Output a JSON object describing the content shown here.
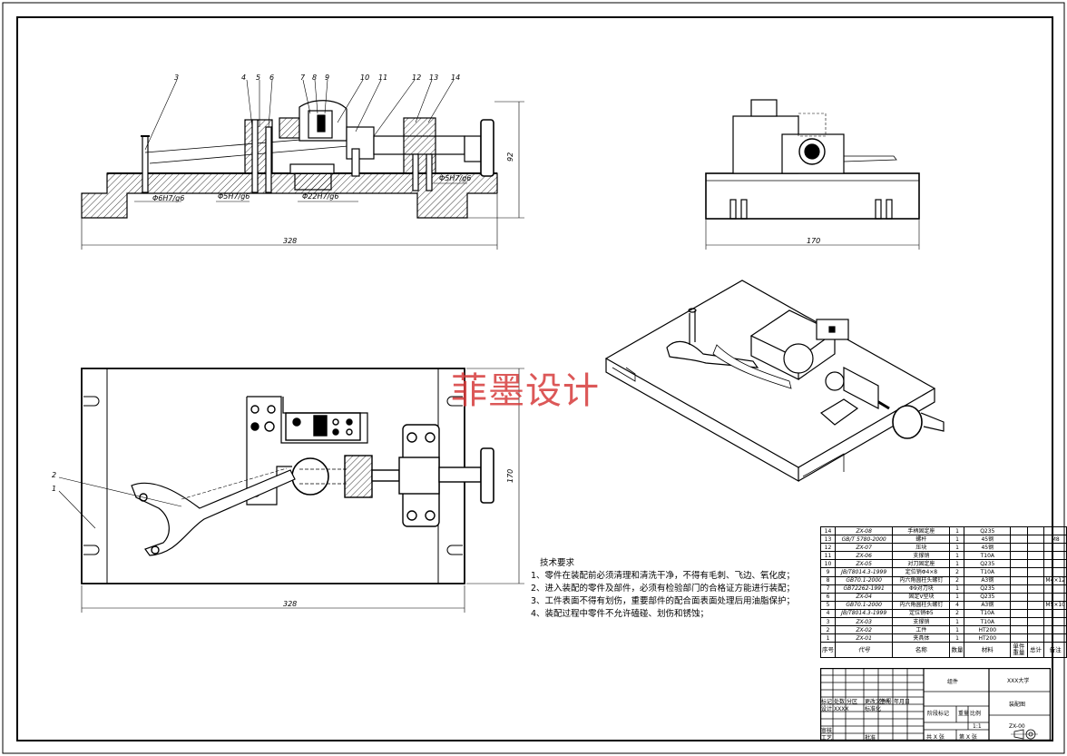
{
  "watermark": "菲墨设计",
  "views": {
    "front": {
      "balloons": [
        "3",
        "4",
        "5",
        "6",
        "7",
        "8",
        "9",
        "10",
        "11",
        "12",
        "13",
        "14"
      ],
      "fits": [
        "Φ6H7/g6",
        "Φ5H7/g6",
        "Φ22H7/g6",
        "Φ5H7/g6"
      ],
      "height": "92",
      "width": "328"
    },
    "side": {
      "width": "170"
    },
    "top": {
      "balloons": [
        "2",
        "1"
      ],
      "width": "328",
      "height": "170"
    }
  },
  "tech_requirements": {
    "title": "技术要求",
    "items": [
      "1、零件在装配前必须清理和清洗干净，不得有毛刺、飞边、氧化皮；",
      "2、进入装配的零件及部件，必须有检验部门的合格证方能进行装配；",
      "3、工件表面不得有划伤，重要部件的配合面表面处理后用油脂保护；",
      "4、装配过程中零件不允许磕碰、划伤和锈蚀；"
    ]
  },
  "bom": {
    "rows": [
      [
        "14",
        "ZX-08",
        "手柄固定座",
        "1",
        "Q235",
        "",
        "",
        ""
      ],
      [
        "13",
        "GB/T 5780-2000",
        "螺杆",
        "1",
        "45钢",
        "",
        "",
        "M8"
      ],
      [
        "12",
        "ZX-07",
        "压块",
        "1",
        "45钢",
        "",
        "",
        ""
      ],
      [
        "11",
        "ZX-06",
        "支撑销",
        "1",
        "T10A",
        "",
        "",
        ""
      ],
      [
        "10",
        "ZX-05",
        "对刀固定座",
        "1",
        "Q235",
        "",
        "",
        ""
      ],
      [
        "9",
        "JB/T8014.3-1999",
        "定位销Φ4×8",
        "2",
        "T10A",
        "",
        "",
        ""
      ],
      [
        "8",
        "GB70.1-2000",
        "内六角圆柱头螺钉",
        "2",
        "A3钢",
        "",
        "",
        "M4×12"
      ],
      [
        "7",
        "GB72262-1991",
        "Φ9对刀块",
        "1",
        "Q235",
        "",
        "",
        ""
      ],
      [
        "6",
        "ZX-04",
        "固定V型块",
        "1",
        "Q235",
        "",
        "",
        ""
      ],
      [
        "5",
        "GB70.1-2000",
        "内六角圆柱头螺钉",
        "4",
        "A3钢",
        "",
        "",
        "M5×10"
      ],
      [
        "4",
        "JB/T8014.3-1999",
        "定位销Φ5",
        "2",
        "T10A",
        "",
        "",
        ""
      ],
      [
        "3",
        "ZX-03",
        "支撑销",
        "1",
        "T10A",
        "",
        "",
        ""
      ],
      [
        "2",
        "ZX-02",
        "工件",
        "1",
        "HT200",
        "",
        "",
        ""
      ],
      [
        "1",
        "ZX-01",
        "夹具体",
        "1",
        "HT200",
        "",
        "",
        ""
      ]
    ],
    "header": [
      "序号",
      "代号",
      "名称",
      "数量",
      "材料",
      "单件",
      "总计",
      "备注"
    ],
    "header_sub": [
      "",
      "",
      "",
      "",
      "",
      "重量",
      "",
      ""
    ]
  },
  "title_block": {
    "assembly": "组件",
    "university": "XXX大学",
    "drawing_name": "装配图",
    "drawing_no": "ZX-00",
    "scale": "1:1",
    "sheets": "共 X 张",
    "sheet": "第 X 张",
    "labels": {
      "marks": "标记",
      "count": "处数",
      "zone": "分区",
      "change_doc": "更改文件号",
      "signature": "签名",
      "date": "年月日",
      "design": "设计",
      "standardize": "标准化",
      "review": "审核",
      "process": "工艺",
      "approve": "批准",
      "stage_mark": "阶段标记",
      "weight": "重量",
      "scale_label": "比例",
      "designer_value": "XXXX"
    }
  }
}
